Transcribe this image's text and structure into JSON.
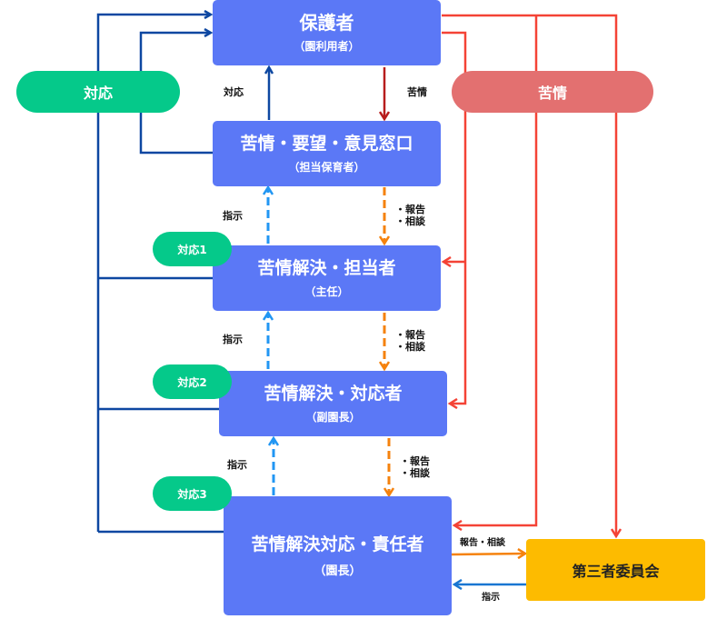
{
  "nodes": {
    "guardian": {
      "title": "保護者",
      "sub": "（園利用者）"
    },
    "window": {
      "title": "苦情・要望・意見窓口",
      "sub": "（担当保育者）"
    },
    "handler": {
      "title": "苦情解決・担当者",
      "sub": "（主任）"
    },
    "responder": {
      "title": "苦情解決・対応者",
      "sub": "（副園長）"
    },
    "manager": {
      "title": "苦情解決対応・責任者",
      "sub": "（園長）"
    },
    "third_party": {
      "title": "第三者委員会"
    }
  },
  "pills": {
    "response": "対応",
    "complaint": "苦情",
    "response1": "対応1",
    "response2": "対応2",
    "response3": "対応3"
  },
  "labels": {
    "response_up": "対応",
    "complaint_down": "苦情",
    "instruct1": "指示",
    "instruct2": "指示",
    "instruct3": "指示",
    "report1": "・報告\n・相談",
    "report1_a": "・報告",
    "report1_b": "・相談",
    "report2_a": "・報告",
    "report2_b": "・相談",
    "report3_a": "・報告",
    "report3_b": "・相談",
    "report_to_third": "報告・相談",
    "instruct_from_third": "指示"
  },
  "colors": {
    "node_blue": "#5b78f6",
    "response_green": "#05c98a",
    "complaint_red": "#e37070",
    "third_party_yellow": "#fdbb00",
    "line_dark_blue": "#0d47a1",
    "line_red": "#f44336",
    "line_dark_red": "#b71c1c",
    "dash_blue": "#2196f3",
    "dash_orange": "#f5820d",
    "line_blue": "#1976d2"
  }
}
